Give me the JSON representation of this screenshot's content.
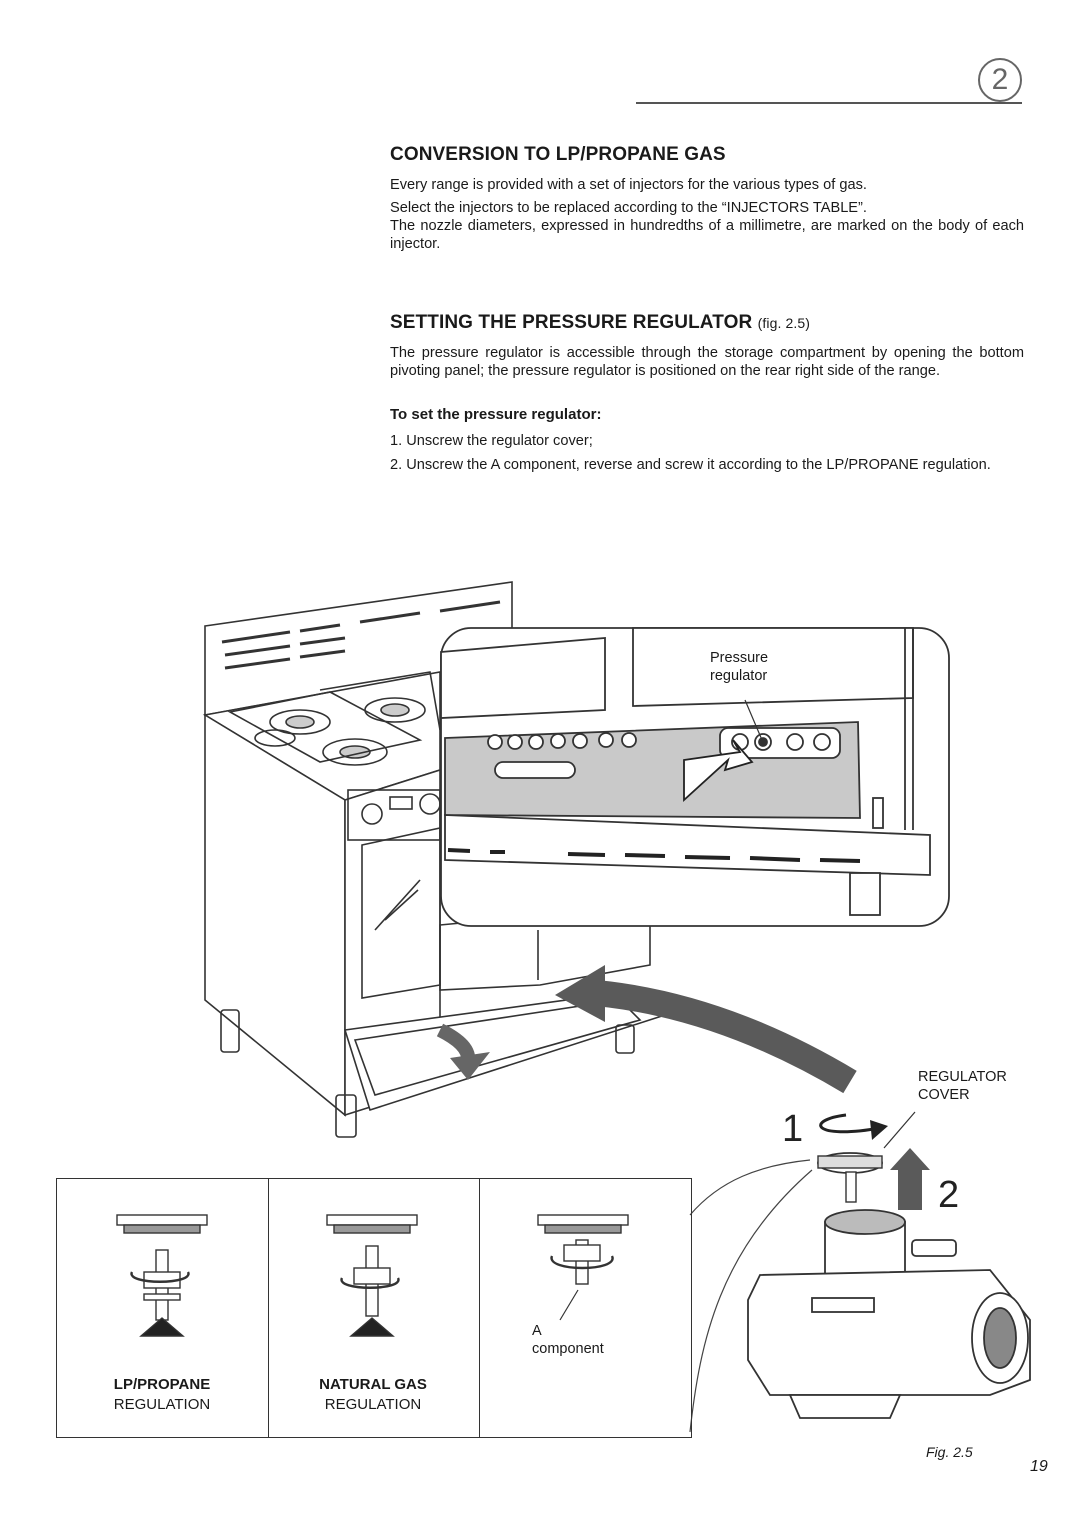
{
  "chapter": {
    "number": "2"
  },
  "section1": {
    "title": "CONVERSION TO LP/PROPANE GAS",
    "p1": "Every range is provided with a set of injectors for the various types of gas.",
    "p2a": "Select the injectors to be replaced according to the “INJECTORS TABLE”.",
    "p2b": "The nozzle diameters, expressed in hundredths of a millimetre, are marked on the body of each injector."
  },
  "section2": {
    "title": "SETTING THE PRESSURE REGULATOR",
    "fig_ref": "(fig. 2.5)",
    "p1": "The pressure regulator is accessible through the storage compartment by opening the bottom pivoting panel; the pressure regulator is positioned on the rear right side of the range.",
    "subheading": "To set the pressure regulator:",
    "steps": [
      "1. Unscrew the regulator cover;",
      "2. Unscrew the A component, reverse and screw it according to the LP/PROPANE regulation."
    ]
  },
  "figure": {
    "label_pressure_regulator_1": "Pressure",
    "label_pressure_regulator_2": "regulator",
    "label_cover_1": "REGULATOR",
    "label_cover_2": "COVER",
    "step1": "1",
    "step2": "2",
    "label_a_1": "A",
    "label_a_2": "component",
    "lp_bold": "LP/PROPANE",
    "lp_normal": "REGULATION",
    "ng_bold": "NATURAL GAS",
    "ng_normal": "REGULATION",
    "caption": "Fig. 2.5"
  },
  "page_number": "19"
}
